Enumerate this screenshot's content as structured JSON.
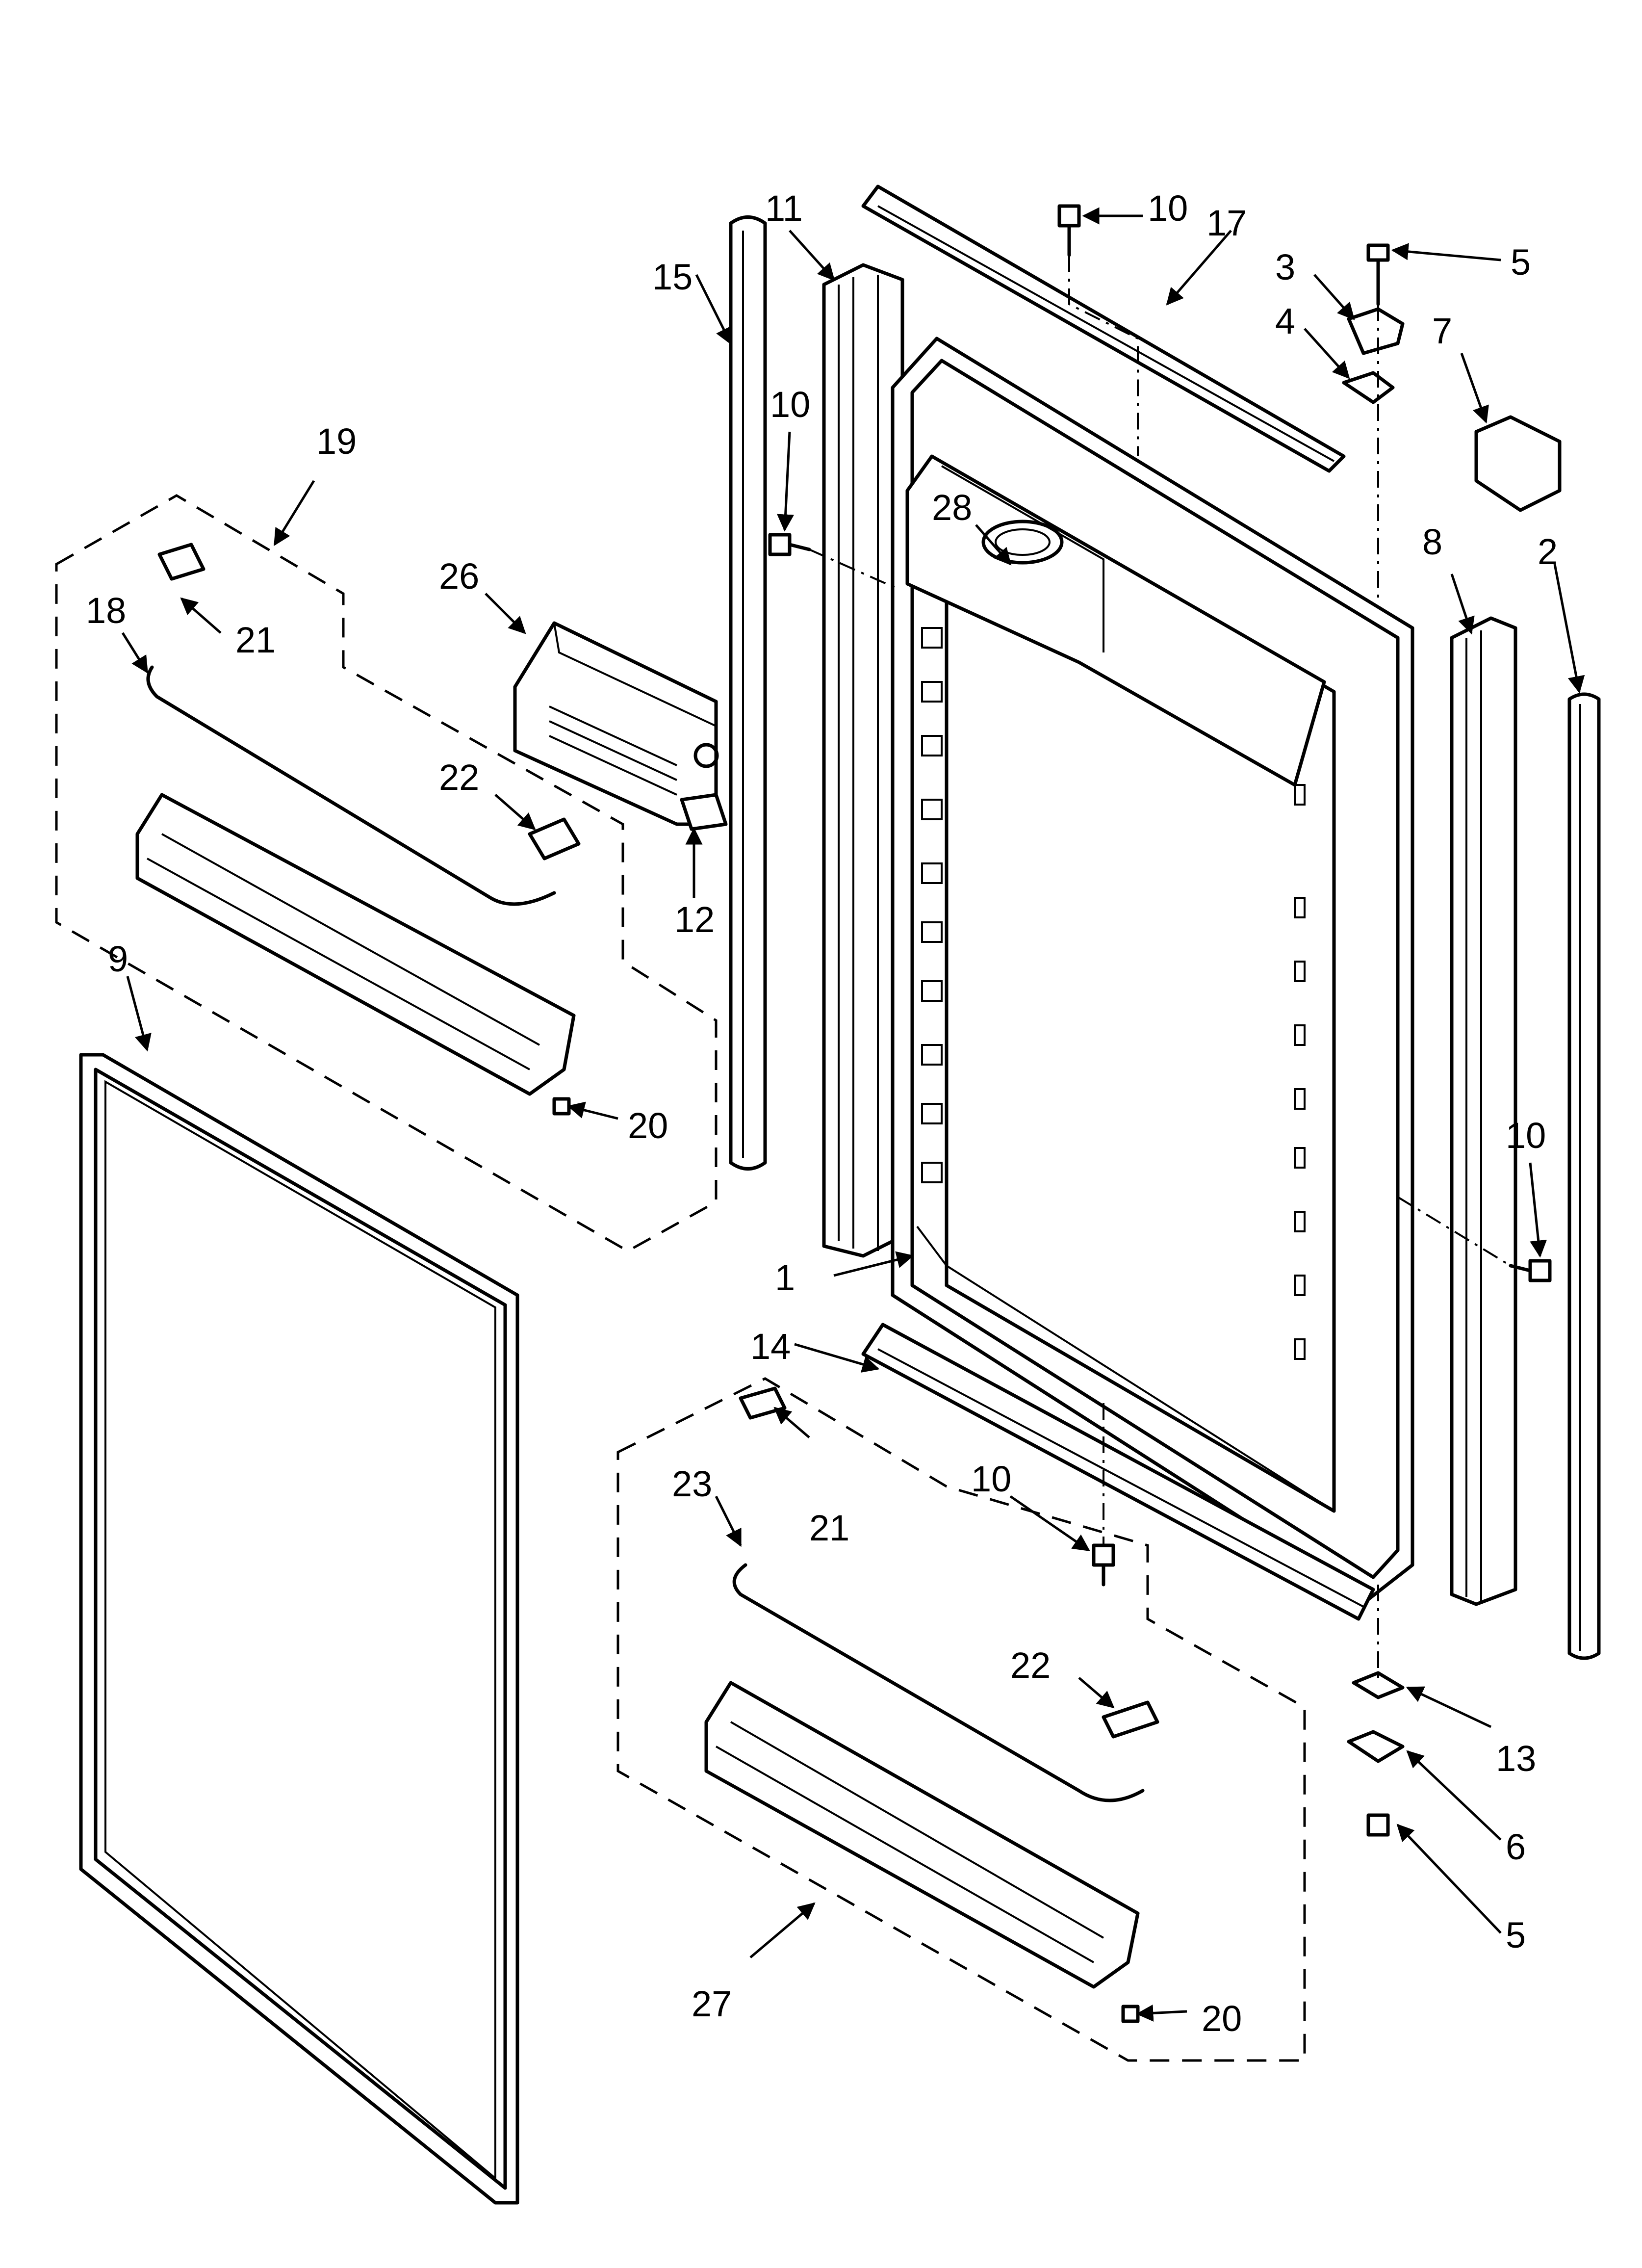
{
  "callouts": [
    {
      "id": "c1",
      "label": "1"
    },
    {
      "id": "c2",
      "label": "2"
    },
    {
      "id": "c3",
      "label": "3"
    },
    {
      "id": "c4",
      "label": "4"
    },
    {
      "id": "c5a",
      "label": "5"
    },
    {
      "id": "c5b",
      "label": "5"
    },
    {
      "id": "c6",
      "label": "6"
    },
    {
      "id": "c7",
      "label": "7"
    },
    {
      "id": "c8",
      "label": "8"
    },
    {
      "id": "c9",
      "label": "9"
    },
    {
      "id": "c10a",
      "label": "10"
    },
    {
      "id": "c10b",
      "label": "10"
    },
    {
      "id": "c10c",
      "label": "10"
    },
    {
      "id": "c10d",
      "label": "10"
    },
    {
      "id": "c11",
      "label": "11"
    },
    {
      "id": "c12",
      "label": "12"
    },
    {
      "id": "c13",
      "label": "13"
    },
    {
      "id": "c14",
      "label": "14"
    },
    {
      "id": "c15",
      "label": "15"
    },
    {
      "id": "c17",
      "label": "17"
    },
    {
      "id": "c18",
      "label": "18"
    },
    {
      "id": "c19",
      "label": "19"
    },
    {
      "id": "c20a",
      "label": "20"
    },
    {
      "id": "c20b",
      "label": "20"
    },
    {
      "id": "c21a",
      "label": "21"
    },
    {
      "id": "c21b",
      "label": "21"
    },
    {
      "id": "c22a",
      "label": "22"
    },
    {
      "id": "c22b",
      "label": "22"
    },
    {
      "id": "c23",
      "label": "23"
    },
    {
      "id": "c26",
      "label": "26"
    },
    {
      "id": "c27",
      "label": "27"
    },
    {
      "id": "c28",
      "label": "28"
    }
  ]
}
